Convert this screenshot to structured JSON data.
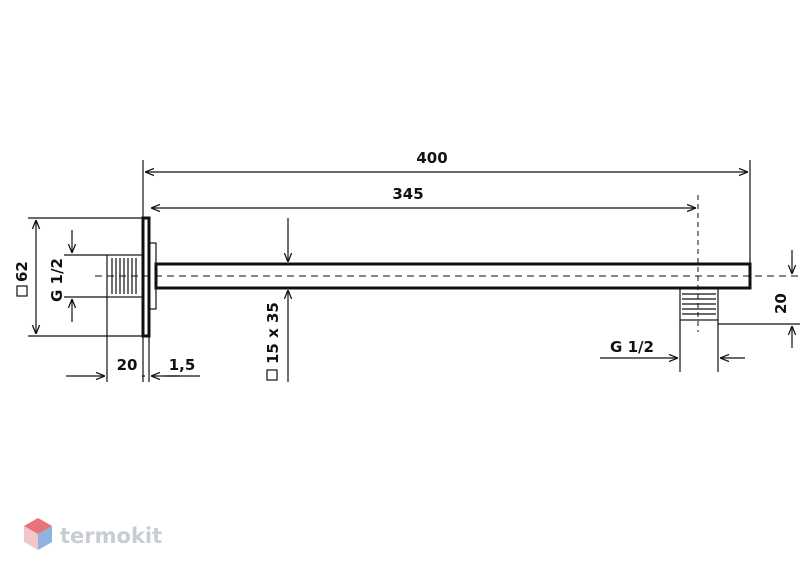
{
  "dimensions": {
    "overall_length": "400",
    "center_length": "345",
    "flange_square": "62",
    "flange_thread": "G 1/2",
    "flange_depth": "20",
    "flange_thickness": "1,5",
    "arm_section": "15 x 35",
    "outlet_thread": "G 1/2",
    "outlet_offset": "20"
  },
  "logo": {
    "text": "termokit",
    "colors": [
      "#e8737a",
      "#8fb3e0",
      "#f2c6c9"
    ]
  }
}
